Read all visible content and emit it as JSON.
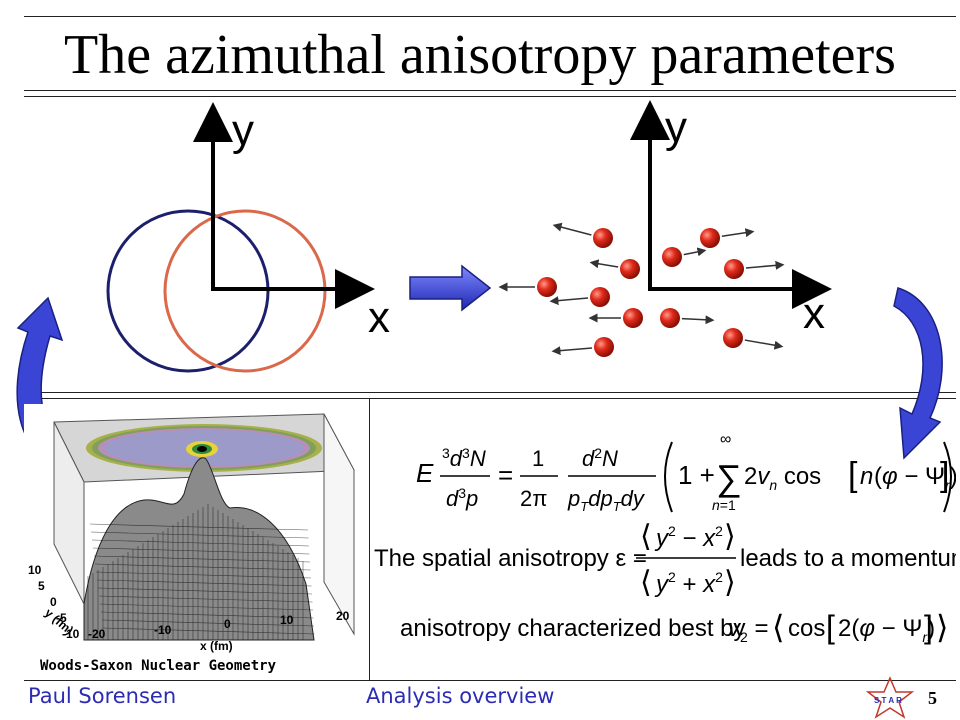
{
  "slide": {
    "title": "The azimuthal anisotropy parameters",
    "page_number": "5"
  },
  "diagram_left": {
    "y_label": "y",
    "x_label": "x",
    "circle_colors": [
      "#1c1f6b",
      "#d9694a"
    ]
  },
  "diagram_right": {
    "y_label": "y",
    "x_label": "x",
    "particle_color": "#e02a1a"
  },
  "surface_plot": {
    "caption": "Woods-Saxon Nuclear Geometry",
    "y_axis_title": "y (fm)",
    "x_axis_title": "x (fm)",
    "y_ticks": [
      "10",
      "5",
      "0",
      "-5",
      "-10"
    ],
    "x_ticks": [
      "-20",
      "-10",
      "0",
      "10",
      "20"
    ]
  },
  "equations": {
    "line1_text": "The spatial anisotropy ε =",
    "line1_tail": "leads to a momentum",
    "line2_text": "anisotropy characterized best by"
  },
  "footer": {
    "author": "Paul Sorensen",
    "topic": "Analysis overview",
    "logo_text": "S T A R"
  },
  "colors": {
    "footer_text": "#2b2bb3",
    "arrow_blue": "#3a45d6"
  }
}
